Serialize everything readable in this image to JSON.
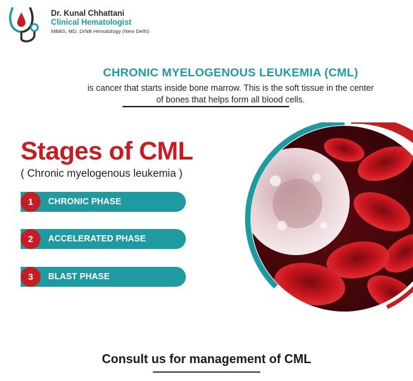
{
  "brand": {
    "name": "Dr. Kunal Chhattani",
    "role": "Clinical Hematologist",
    "qualifications": "MBBS, MD, DrNB Hematology (New Delhi)",
    "logo_icon": "stethoscope-drop-icon",
    "colors": {
      "teal": "#1e9aa0",
      "red": "#c41d24"
    }
  },
  "intro": {
    "title": "CHRONIC MYELOGENOUS LEUKEMIA (CML)",
    "desc_line1": "is cancer that starts inside bone marrow. This is the soft tissue in the center",
    "desc_line2": "of bones that helps form all blood cells."
  },
  "stages": {
    "title": "Stages of CML",
    "subtitle": "( Chronic myelogenous leukemia )",
    "items": [
      {
        "num": "1",
        "label": "CHRONIC PHASE"
      },
      {
        "num": "2",
        "label": "ACCELERATED PHASE"
      },
      {
        "num": "3",
        "label": "BLAST PHASE"
      }
    ]
  },
  "cta": {
    "text": "Consult us for management of CML"
  }
}
